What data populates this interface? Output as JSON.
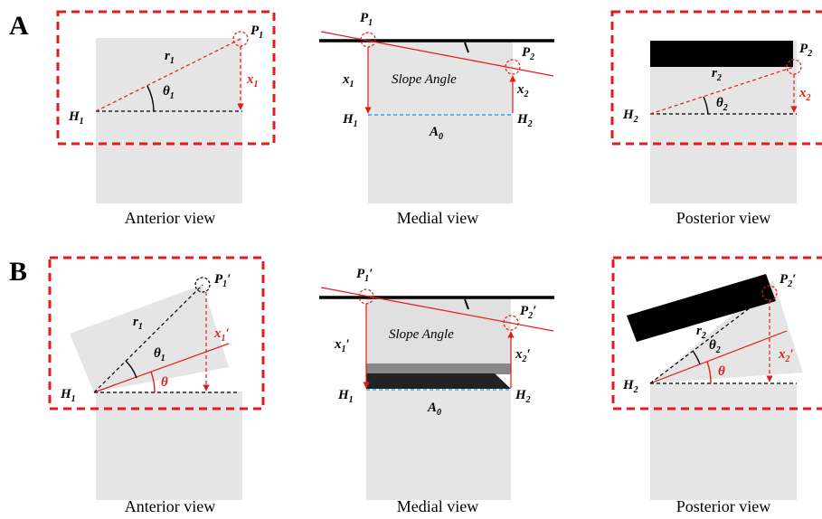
{
  "panels": {
    "A": {
      "letter": "A",
      "anterior": {
        "caption": "Anterior view",
        "P": "P",
        "P_sub": "1",
        "r": "r",
        "r_sub": "1",
        "x": "x",
        "x_sub": "1",
        "theta": "θ",
        "theta_sub": "1",
        "H": "H",
        "H_sub": "1"
      },
      "medial": {
        "caption": "Medial view",
        "P1": "P",
        "P1_sub": "1",
        "P2": "P",
        "P2_sub": "2",
        "x1": "x",
        "x1_sub": "1",
        "x2": "x",
        "x2_sub": "2",
        "H1": "H",
        "H1_sub": "1",
        "H2": "H",
        "H2_sub": "2",
        "A": "A",
        "A_sub": "0",
        "slope": "Slope Angle"
      },
      "posterior": {
        "caption": "Posterior view",
        "P": "P",
        "P_sub": "2",
        "r": "r",
        "r_sub": "2",
        "x": "x",
        "x_sub": "2",
        "theta": "θ",
        "theta_sub": "2",
        "H": "H",
        "H_sub": "2"
      }
    },
    "B": {
      "letter": "B",
      "anterior": {
        "caption": "Anterior view",
        "P": "P",
        "P_sub": "1",
        "prime": "′",
        "r": "r",
        "r_sub": "1",
        "x": "x",
        "x_sub": "1",
        "theta1": "θ",
        "theta1_sub": "1",
        "theta": "θ",
        "H": "H",
        "H_sub": "1"
      },
      "medial": {
        "caption": "Medial view",
        "P1": "P",
        "P1_sub": "1",
        "P2": "P",
        "P2_sub": "2",
        "prime": "′",
        "x1": "x",
        "x1_sub": "1",
        "x2": "x",
        "x2_sub": "2",
        "H1": "H",
        "H1_sub": "1",
        "H2": "H",
        "H2_sub": "2",
        "A": "A",
        "A_sub": "0",
        "slope": "Slope Angle"
      },
      "posterior": {
        "caption": "Posterior view",
        "P": "P",
        "P_sub": "2",
        "prime": "′",
        "r": "r",
        "r_sub": "2",
        "x": "x",
        "x_sub": "2",
        "theta2": "θ",
        "theta2_sub": "2",
        "theta": "θ",
        "H": "H",
        "H_sub": "2"
      }
    }
  },
  "colors": {
    "red": "#e51b1b",
    "blue": "#2aa7f0",
    "grey": "#e5e5e5",
    "black": "#000000"
  }
}
